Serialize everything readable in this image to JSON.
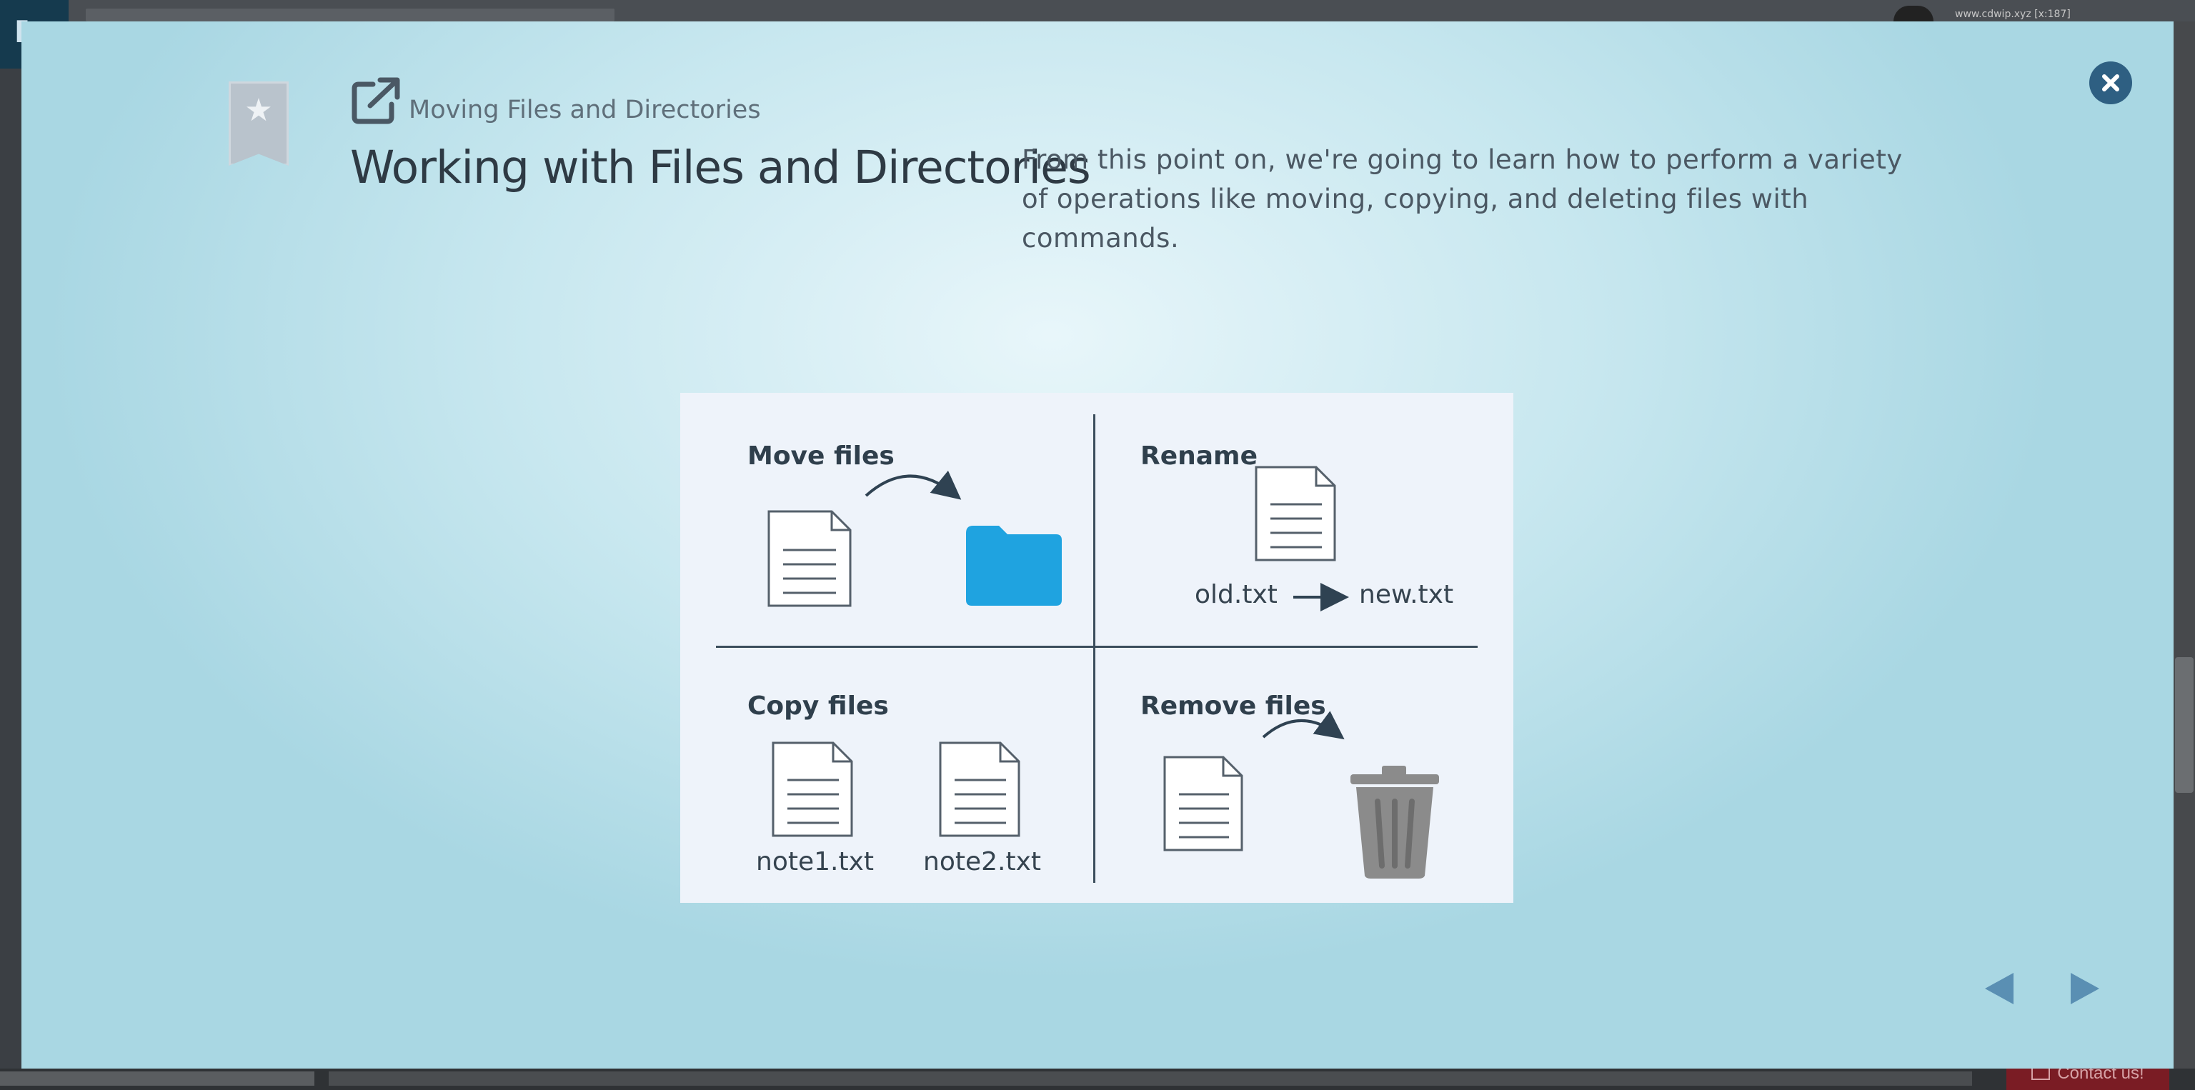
{
  "background": {
    "url_text": "www.cdwip.xyz [x:187]",
    "contact_label": "Contact us!",
    "colors": {
      "page": "#3b3f44",
      "contact": "#7a1c24"
    }
  },
  "modal": {
    "breadcrumb": "Moving Files and Directories",
    "title": "Working with Files and Directories",
    "description": "From this point on, we're going to learn how to perform a variety of operations like moving, copying, and deleting files with commands.",
    "icons": {
      "bookmark": "bookmark-star-icon",
      "external": "external-link-icon",
      "close": "close-icon",
      "prev": "arrow-left-icon",
      "next": "arrow-right-icon"
    },
    "colors": {
      "accent": "#2e5f82",
      "nav": "#5a8fb3",
      "folder": "#1fa3e0",
      "trash": "#8b8b8b"
    }
  },
  "diagram": {
    "move": {
      "label": "Move files"
    },
    "rename": {
      "label": "Rename",
      "old_name": "old.txt",
      "new_name": "new.txt"
    },
    "copy": {
      "label": "Copy files",
      "file1": "note1.txt",
      "file2": "note2.txt"
    },
    "remove": {
      "label": "Remove files"
    }
  }
}
